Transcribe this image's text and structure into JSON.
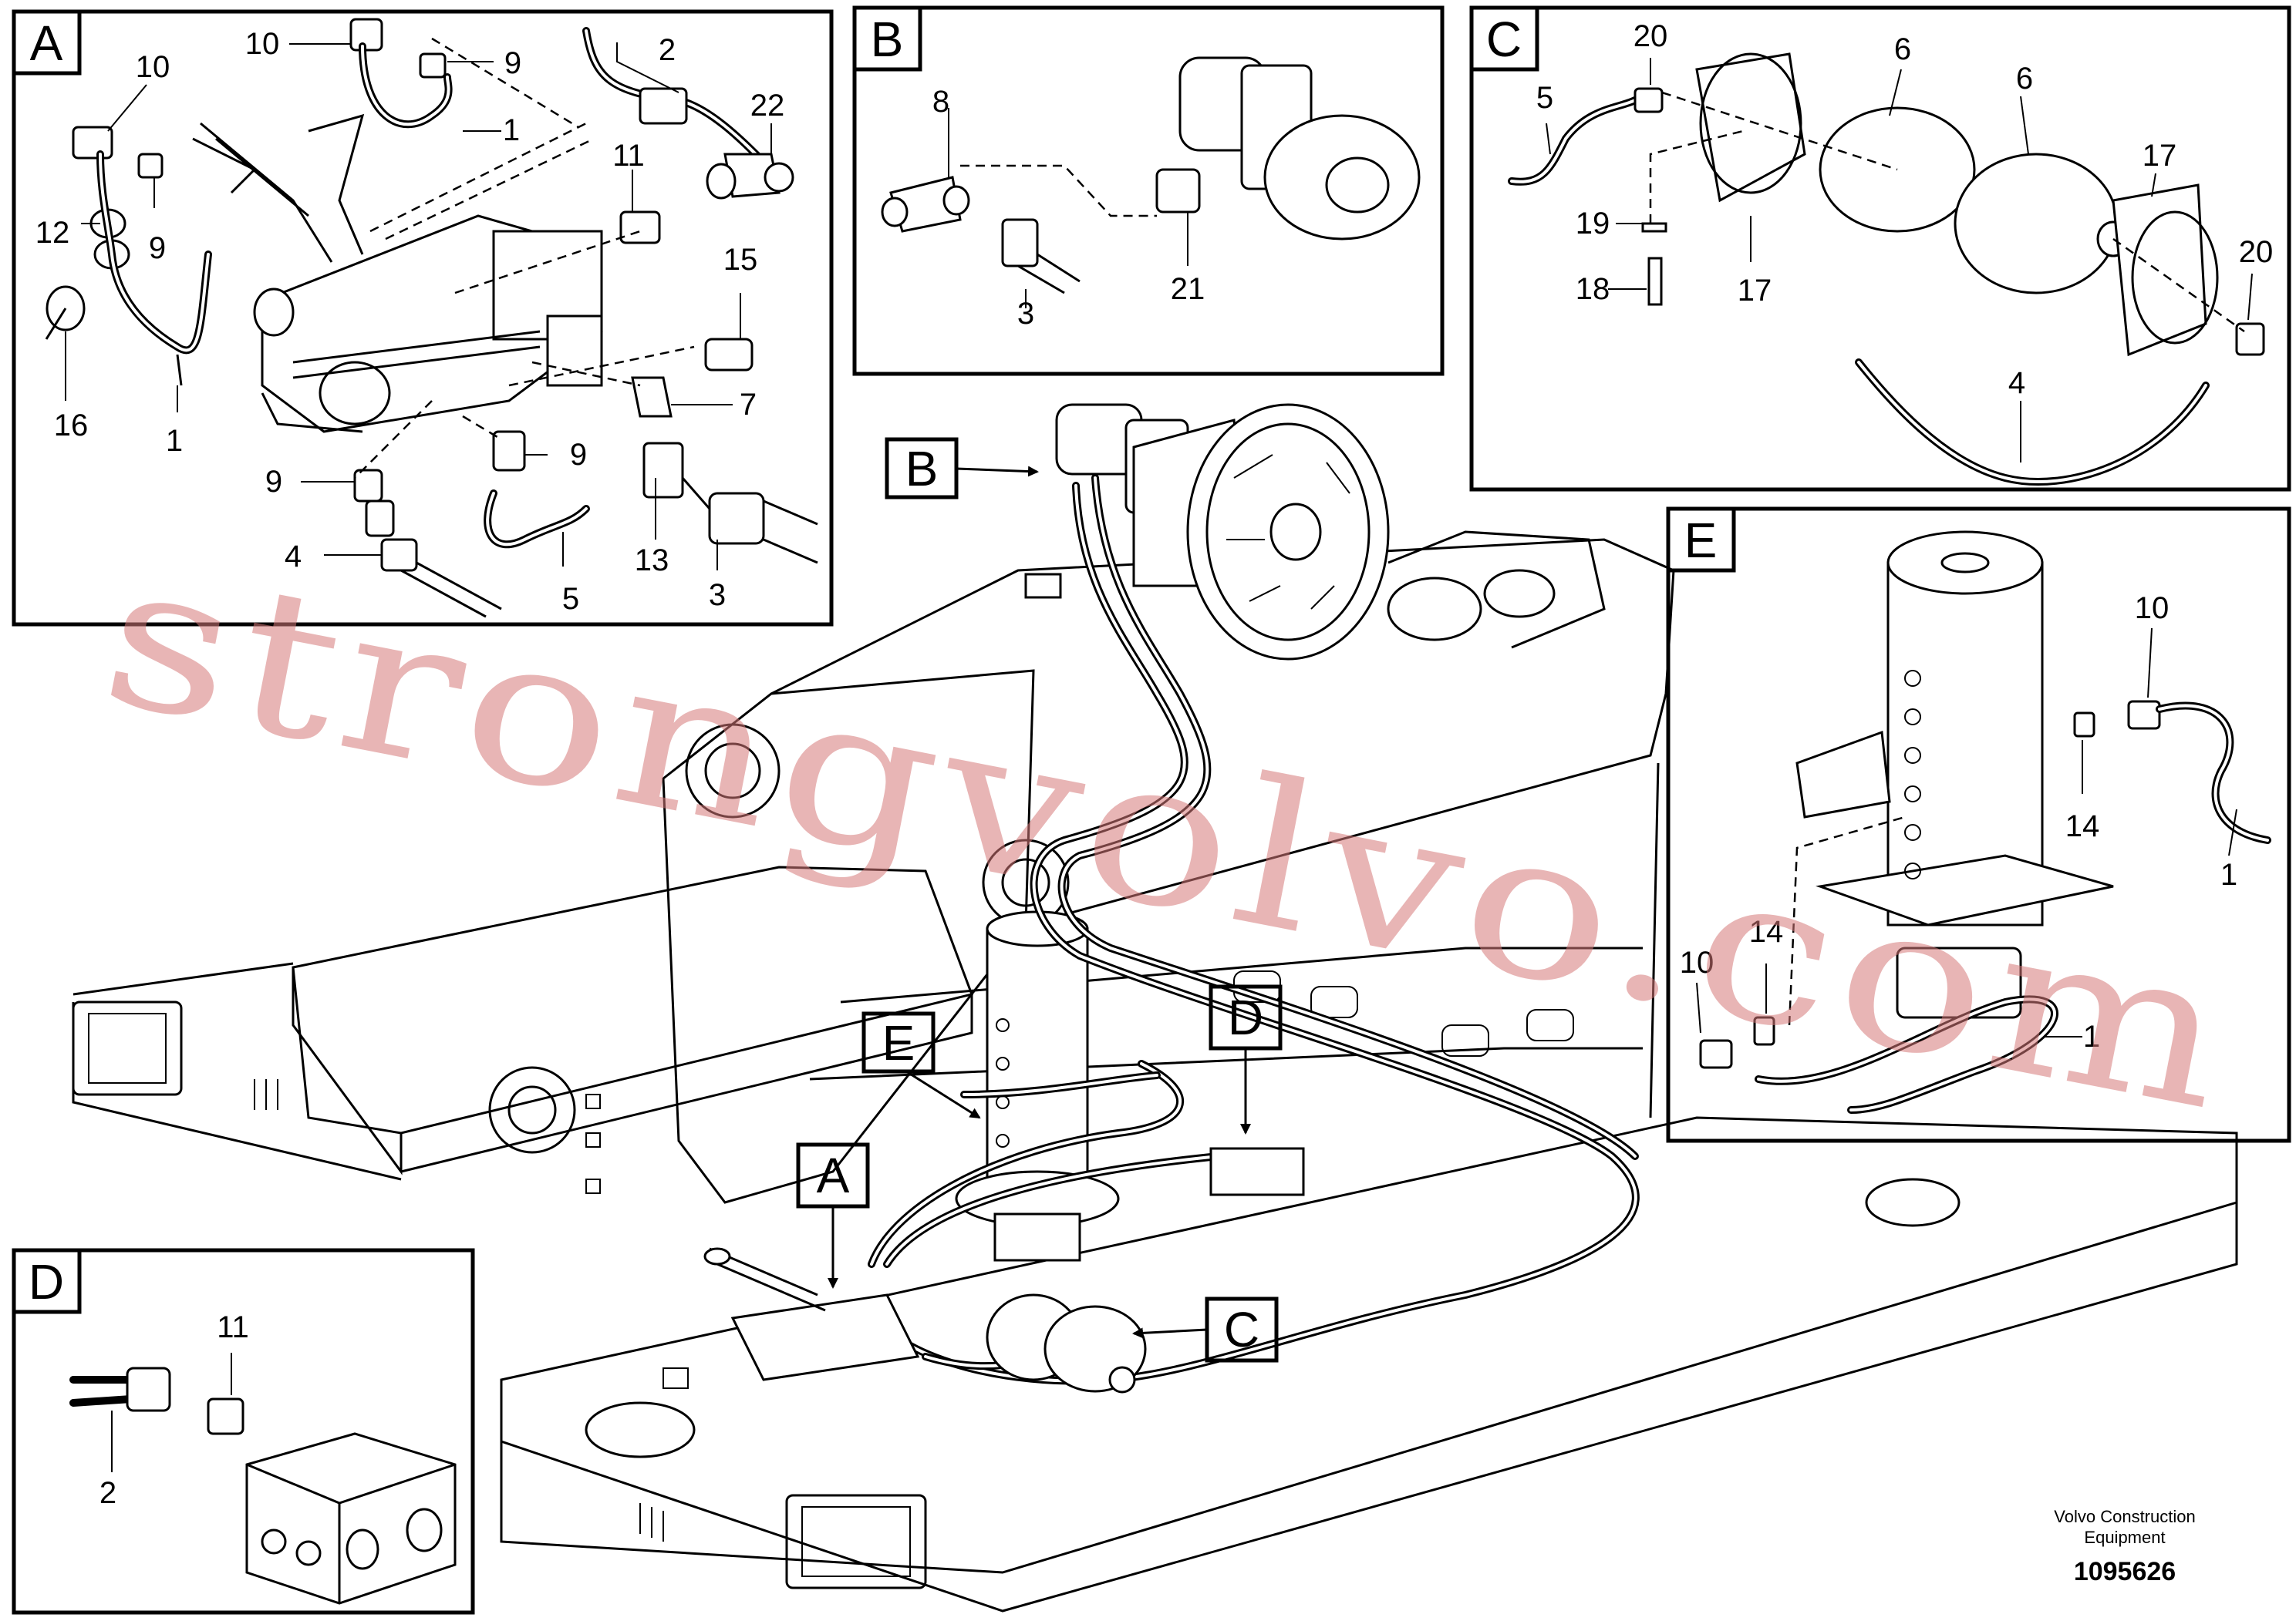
{
  "panels": {
    "A": {
      "letter": "A",
      "labels": [
        "10",
        "9",
        "2",
        "22",
        "1",
        "10",
        "12",
        "9",
        "11",
        "15",
        "16",
        "1",
        "7",
        "9",
        "9",
        "4",
        "5",
        "13",
        "3"
      ]
    },
    "B": {
      "letter": "B",
      "labels": [
        "8",
        "3",
        "21"
      ]
    },
    "C": {
      "letter": "C",
      "labels": [
        "20",
        "5",
        "6",
        "6",
        "17",
        "19",
        "18",
        "17",
        "20",
        "4"
      ]
    },
    "D": {
      "letter": "D",
      "labels": [
        "11",
        "2"
      ]
    },
    "E": {
      "letter": "E",
      "labels": [
        "10",
        "14",
        "1",
        "10",
        "14",
        "1"
      ]
    }
  },
  "main_callouts": [
    "B",
    "E",
    "D",
    "A",
    "C"
  ],
  "watermark": "strongvolvo.com",
  "footer": {
    "company_line1": "Volvo Construction",
    "company_line2": "Equipment",
    "drawing_number": "1095626"
  }
}
